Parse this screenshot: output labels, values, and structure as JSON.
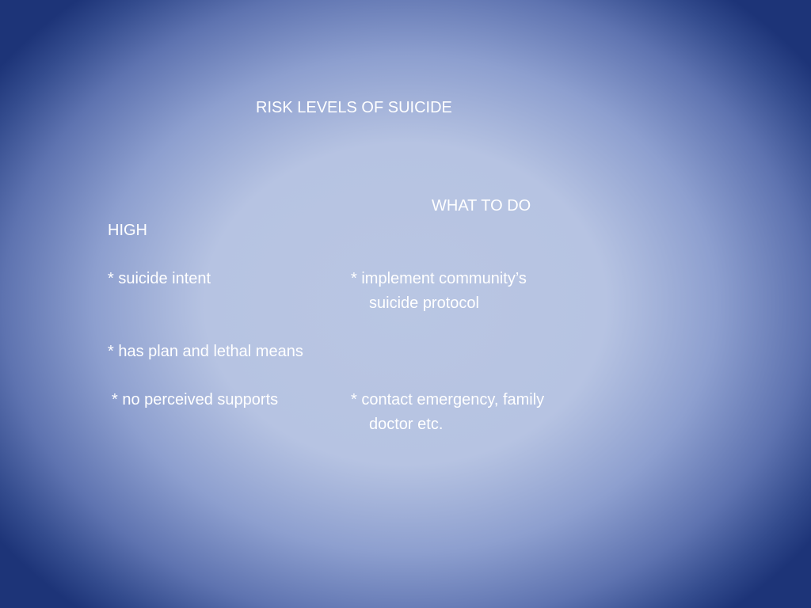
{
  "slide": {
    "title": "RISK LEVELS OF SUICIDE",
    "action_header": "WHAT TO DO",
    "risk_level": "HIGH",
    "criteria": [
      "* suicide intent",
      "* has plan and lethal means",
      "* no perceived supports"
    ],
    "actions": [
      {
        "line1": "* implement community’s",
        "line2": "suicide protocol"
      },
      {
        "line1": "* contact emergency, family",
        "line2": "doctor etc."
      }
    ]
  },
  "colors": {
    "text": "#ffffff",
    "background_center": "#b9c6e3",
    "background_edge": "#1d3478"
  }
}
